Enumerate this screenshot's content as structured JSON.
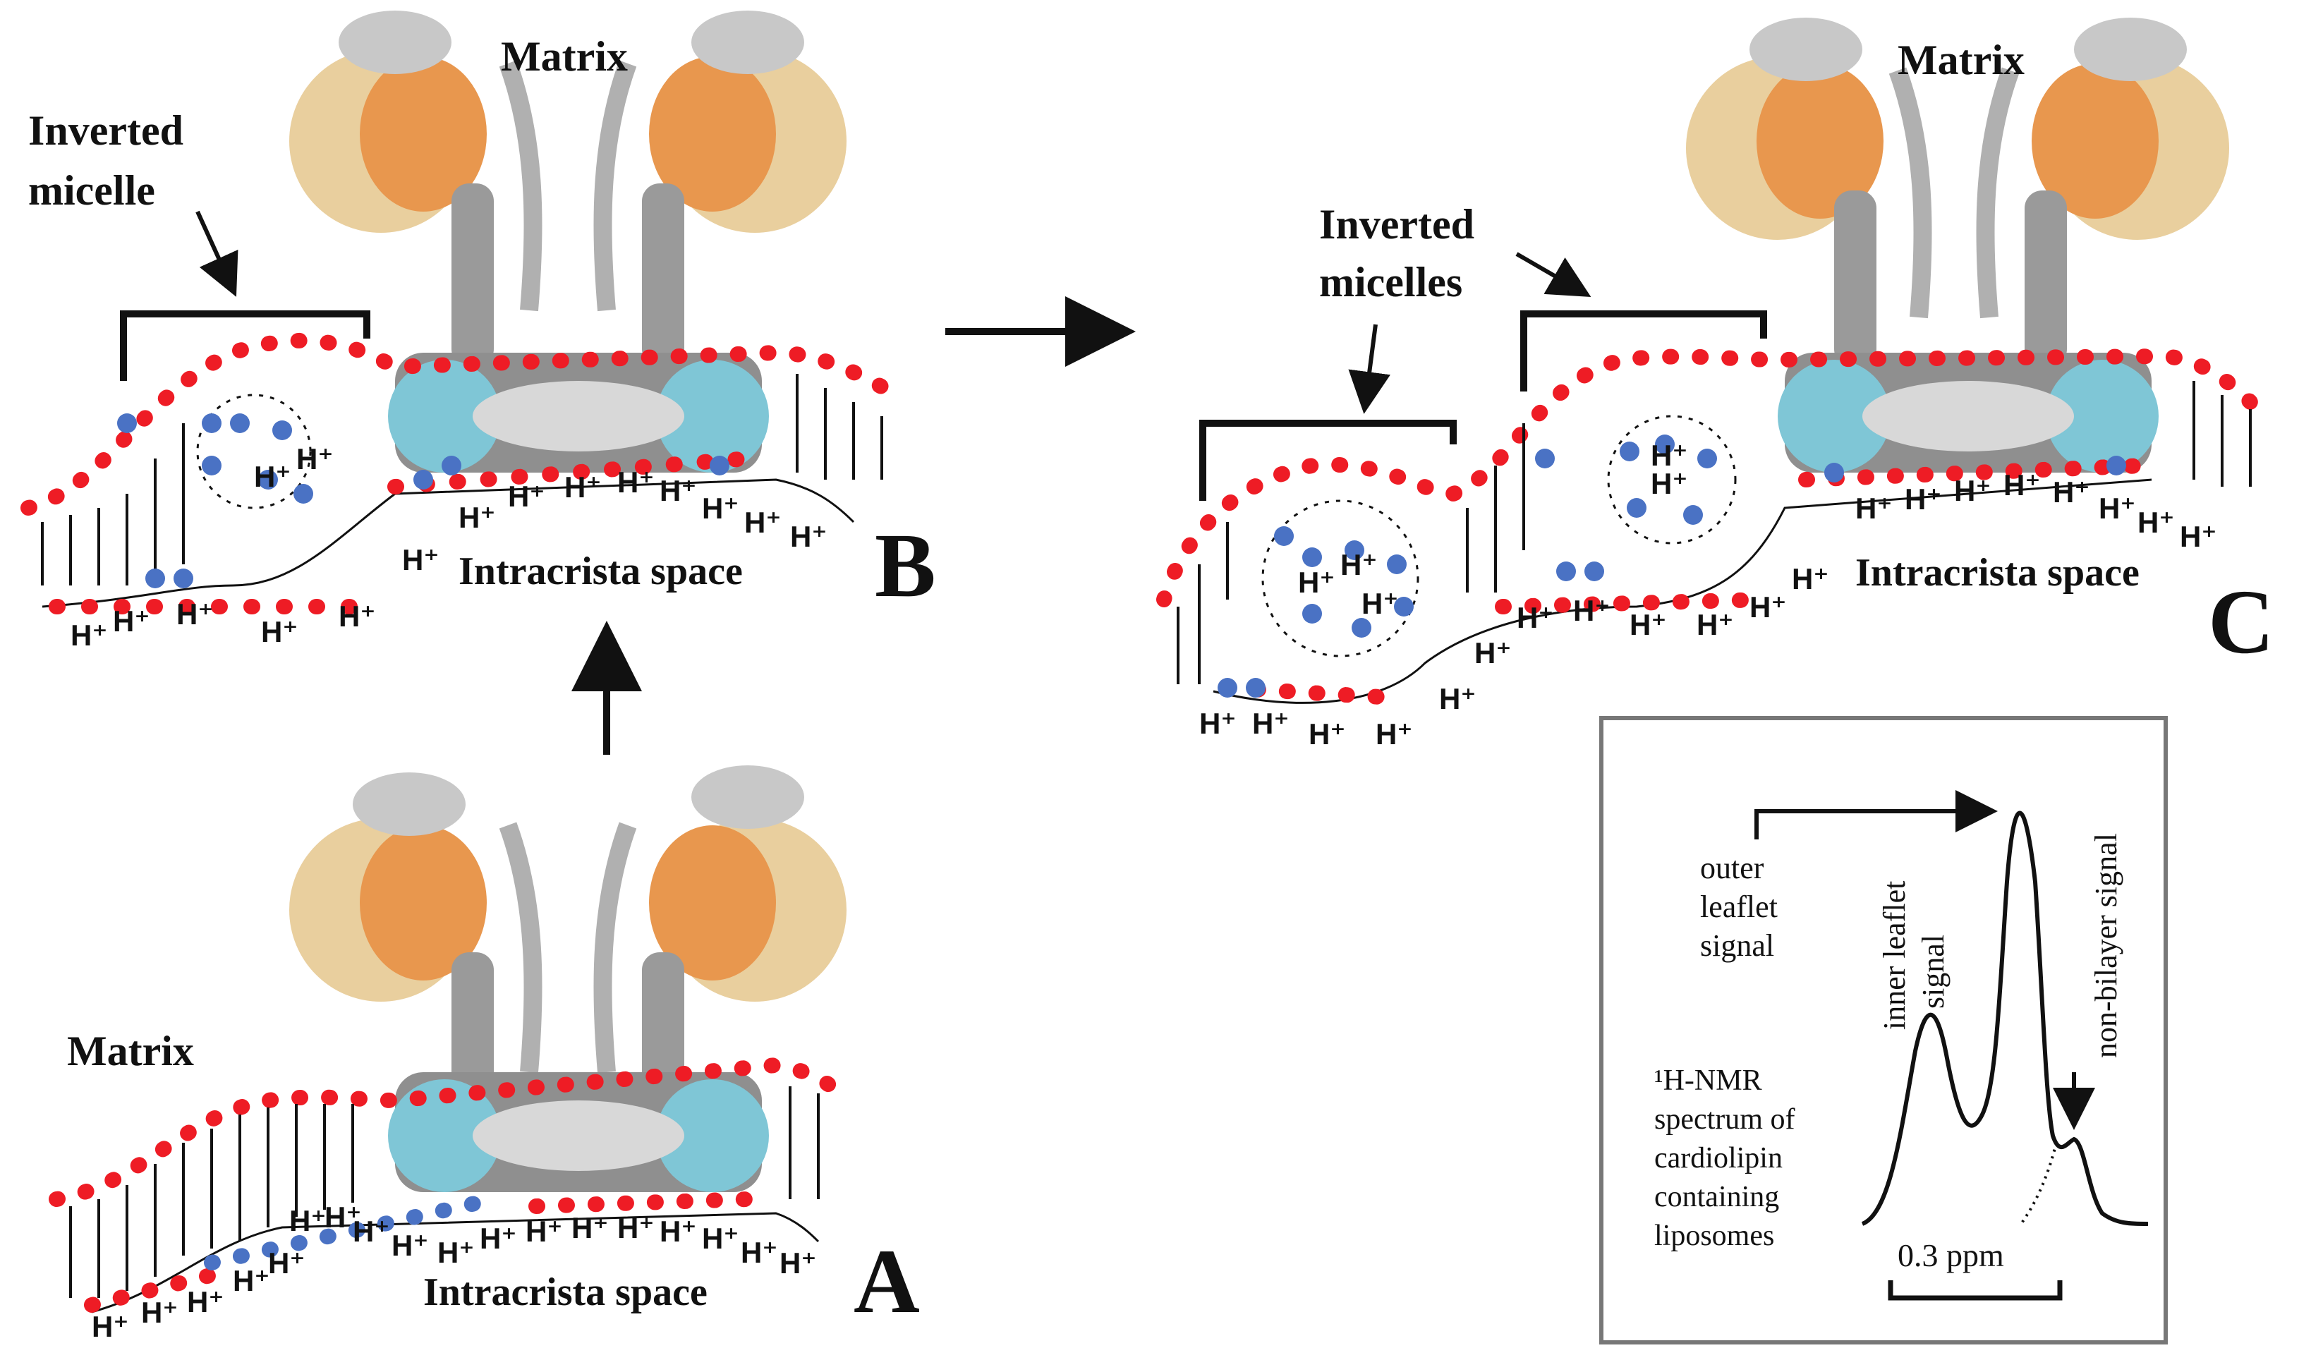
{
  "colors": {
    "head_outer": "#ee1c25",
    "head_inner": "#4a72c4",
    "tail": "#111111",
    "atp_orange": "#e8974e",
    "atp_tan": "#e9cf9e",
    "atp_gray": "#a9a9a9",
    "transmembrane_cyan": "#7fc6d6",
    "inset_border": "#777777"
  },
  "panels": {
    "A": {
      "letter": "A",
      "matrix_label": "Matrix",
      "intracrista_label": "Intracrista space",
      "proton": "H⁺"
    },
    "B": {
      "letter": "B",
      "matrix_label": "Matrix",
      "intracrista_label": "Intracrista space",
      "micelle_label_line1": "Inverted",
      "micelle_label_line2": "micelle",
      "proton": "H⁺"
    },
    "C": {
      "letter": "C",
      "matrix_label": "Matrix",
      "intracrista_label": "Intracrista space",
      "micelle_label_line1": "Inverted",
      "micelle_label_line2": "micelles",
      "proton": "H⁺"
    }
  },
  "inset": {
    "outer_line1": "outer",
    "outer_line2": "leaflet",
    "outer_line3": "signal",
    "inner_line1": "inner leaflet",
    "inner_line2": "signal",
    "nonbilayer": "non-bilayer signal",
    "nmr_line1": "¹H-NMR",
    "nmr_line2": "spectrum of",
    "nmr_line3": "cardiolipin",
    "nmr_line4": "containing",
    "nmr_line5": "liposomes",
    "scale": "0.3 ppm"
  },
  "icons": [
    "arrow-right-icon",
    "arrow-up-icon",
    "pointer-arrow-icon"
  ]
}
